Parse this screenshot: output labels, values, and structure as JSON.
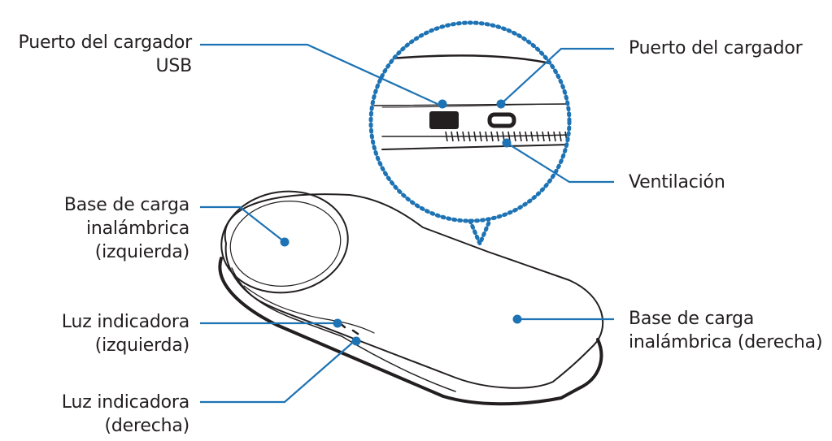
{
  "labels": {
    "usb_port": [
      "Puerto del cargador",
      "USB"
    ],
    "charger_port": [
      "Puerto del cargador"
    ],
    "ventilation": [
      "Ventilación"
    ],
    "pad_left": [
      "Base de carga",
      "inalámbrica",
      "(izquierda)"
    ],
    "indicator_left": [
      "Luz indicadora",
      "(izquierda)"
    ],
    "indicator_right": [
      "Luz indicadora",
      "(derecha)"
    ],
    "pad_right": [
      "Base de carga",
      "inalámbrica (derecha)"
    ]
  },
  "colors": {
    "callout": "#1e73b4",
    "outline": "#231f20",
    "text": "#231f20"
  }
}
